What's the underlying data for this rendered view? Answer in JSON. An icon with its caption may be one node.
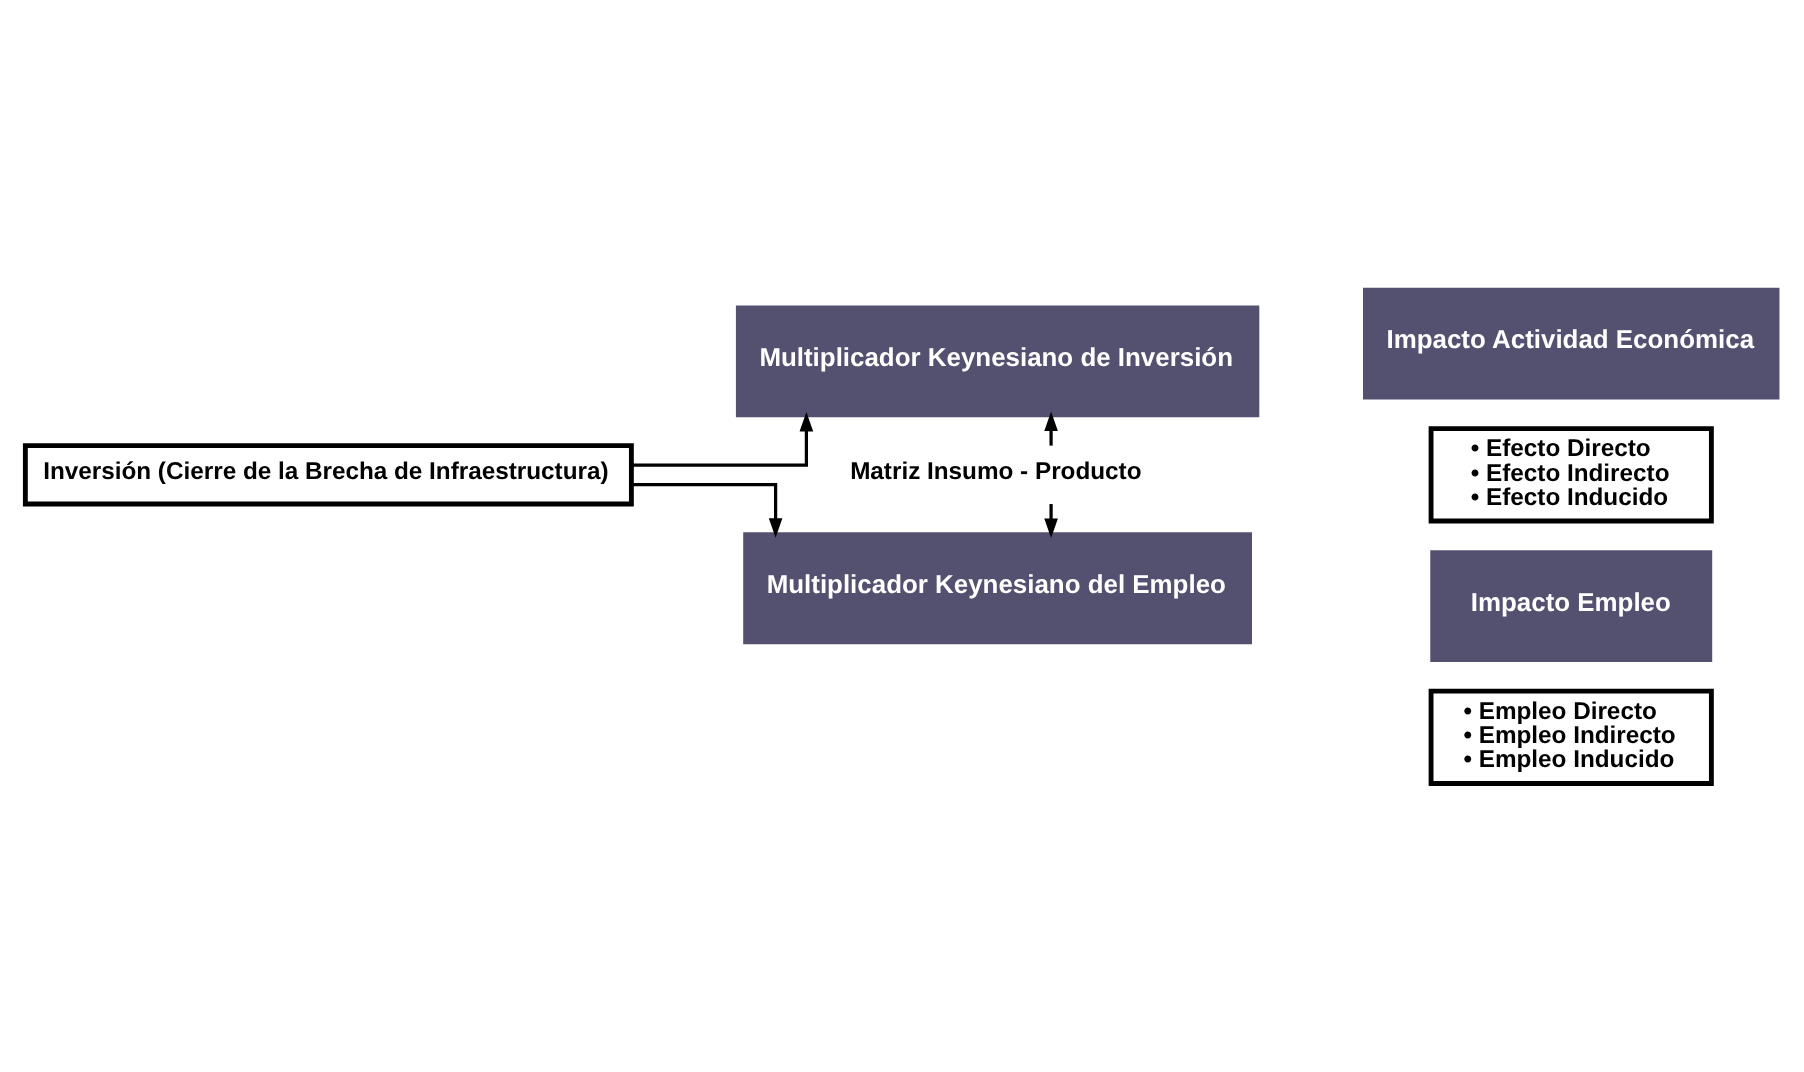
{
  "diagram": {
    "nodes": [
      {
        "text": [
          "Inversión (Cierre de la Brecha de Infraestructura)"
        ]
      },
      {
        "text": [
          "Multiplicador Keynesiano de Inversión"
        ]
      },
      {
        "text": [
          "Matriz Insumo - Producto"
        ]
      },
      {
        "text": [
          "Multiplicador Keynesiano del Empleo"
        ]
      },
      {
        "text": [
          "Impacto Actividad Económica"
        ]
      },
      {
        "text": [
          "• Efecto Directo",
          "• Efecto Indirecto",
          "• Efecto Inducido"
        ]
      },
      {
        "text": [
          "Impacto Empleo"
        ]
      },
      {
        "text": [
          "• Empleo Directo",
          "• Empleo Indirecto",
          "• Empleo Inducido"
        ]
      }
    ],
    "edges": [
      {
        "from": 0,
        "to": 1,
        "arrow": "to"
      },
      {
        "from": 0,
        "to": 3,
        "arrow": "to"
      },
      {
        "from": 2,
        "to": 1,
        "arrow": "to"
      },
      {
        "from": 2,
        "to": 3,
        "arrow": "to"
      }
    ]
  }
}
